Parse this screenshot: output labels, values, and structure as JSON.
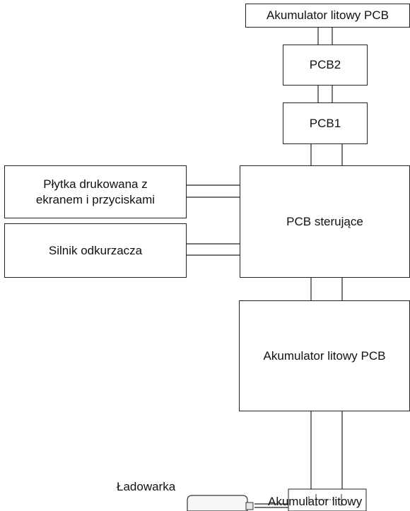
{
  "diagram": {
    "nodes": {
      "top_battery_pcb": "Akumulator litowy PCB",
      "pcb2": "PCB2",
      "pcb1": "PCB1",
      "display_board": "Płytka drukowana z ekranem i przyciskami",
      "motor": "Silnik odkurzacza",
      "control_pcb": "PCB sterujące",
      "main_battery_pcb": "Akumulator litowy PCB",
      "charger": "Ładowarka",
      "battery_pack": "Akumulator litowy"
    }
  }
}
